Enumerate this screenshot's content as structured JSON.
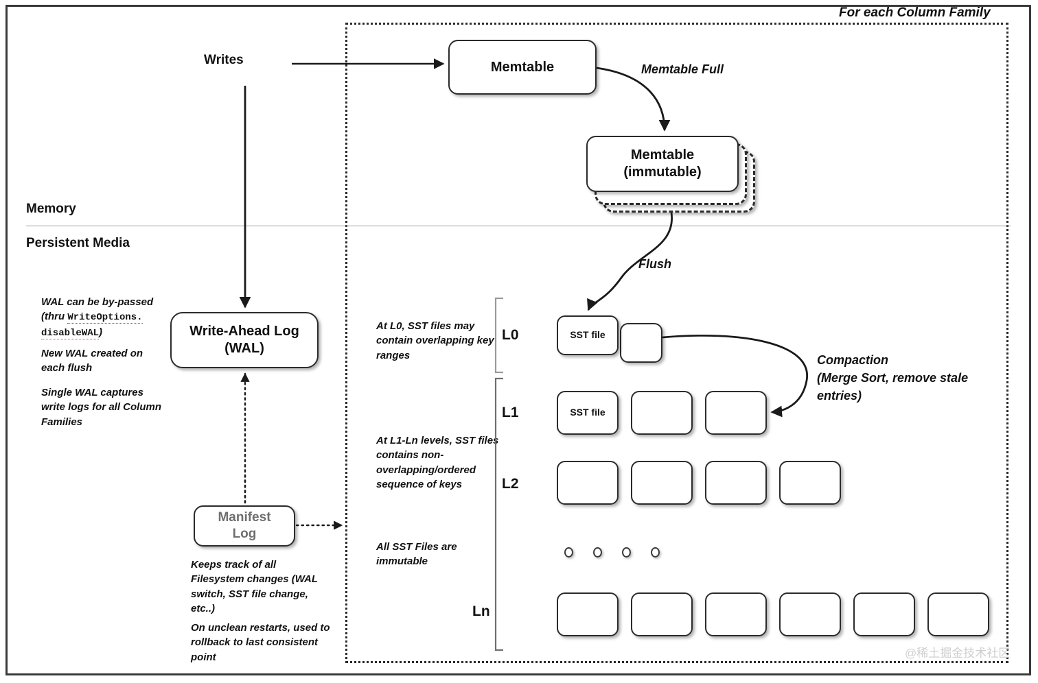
{
  "frame": {
    "column_family_label": "For each Column Family",
    "watermark": "@稀土掘金技术社区"
  },
  "sections": {
    "memory": "Memory",
    "persistent": "Persistent Media"
  },
  "flow": {
    "writes": "Writes",
    "memtable_full": "Memtable Full",
    "flush": "Flush",
    "compaction": "Compaction\n(Merge Sort, remove stale\nentries)",
    "compaction_line1": "Compaction",
    "compaction_line2": "(Merge Sort, remove stale",
    "compaction_line3": "entries)"
  },
  "nodes": {
    "memtable": "Memtable",
    "memtable_immutable_line1": "Memtable",
    "memtable_immutable_line2": "(immutable)",
    "wal_line1": "Write-Ahead Log",
    "wal_line2": "(WAL)",
    "manifest_line1": "Manifest",
    "manifest_line2": "Log",
    "sst_file": "SST file"
  },
  "annotations": {
    "wal_bypass_a": "WAL can be by-passed",
    "wal_bypass_b": "(thru ",
    "wal_bypass_code1": "WriteOptions.",
    "wal_bypass_code2": "disableWAL",
    "wal_bypass_c": ")",
    "wal_new": "New WAL created on\neach flush",
    "wal_single": "Single WAL captures\nwrite logs for all Column\nFamilies",
    "manifest_keeps": "Keeps track of all\nFilesystem changes (WAL\nswitch, SST file change,\netc..)",
    "manifest_rollback": "On unclean restarts, used to\nrollback to last consistent\npoint",
    "l0_note": "At L0, SST files may\ncontain overlapping key\nranges",
    "l1ln_note": "At L1-Ln levels, SST files\ncontains non-\noverlapping/ordered\nsequence of keys",
    "immutable_note": "All SST Files are\nimmutable"
  },
  "levels": {
    "l0": "L0",
    "l1": "L1",
    "l2": "L2",
    "ln": "Ln"
  },
  "counts": {
    "l0_boxes": 2,
    "l1_boxes": 3,
    "l2_boxes": 4,
    "ln_boxes": 6,
    "ellipsis_dots": 4,
    "immutable_stack": 2
  },
  "colors": {
    "stroke": "#2b2b2b",
    "text": "#111111",
    "gray_text": "#6f6f6f",
    "divider": "#9a9a9a",
    "code_underline": "#d04545",
    "watermark": "#cfcfcf"
  }
}
